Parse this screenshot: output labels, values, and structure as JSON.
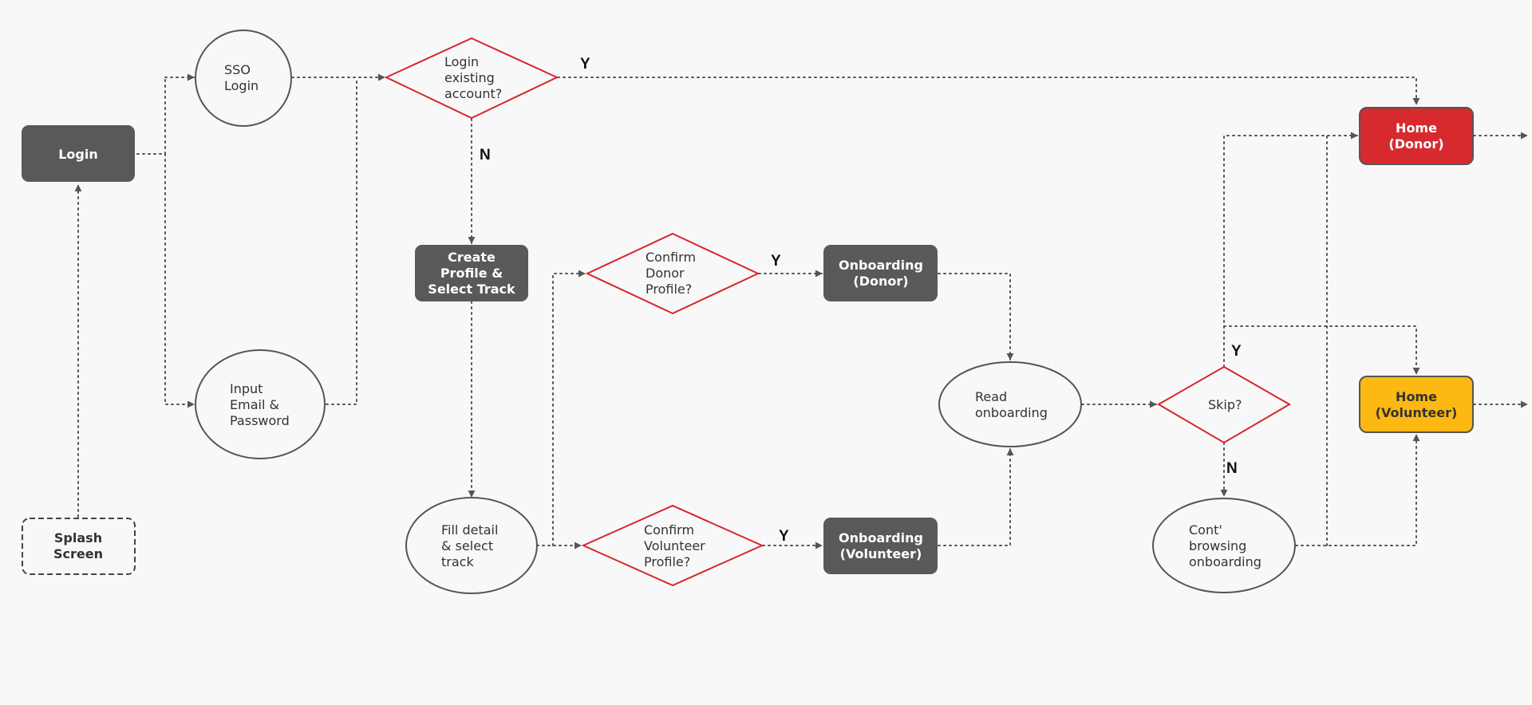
{
  "nodes": {
    "login": "Login",
    "sso_login": [
      "SSO",
      "Login"
    ],
    "input_email": [
      "Input",
      "Email &",
      "Password"
    ],
    "splash": [
      "Splash",
      "Screen"
    ],
    "login_existing": [
      "Login",
      "existing",
      "account?"
    ],
    "create_profile": [
      "Create",
      "Profile &",
      "Select Track"
    ],
    "fill_detail": [
      "Fill detail",
      "& select",
      "track"
    ],
    "confirm_donor": [
      "Confirm",
      "Donor",
      "Profile?"
    ],
    "confirm_volunteer": [
      "Confirm",
      "Volunteer",
      "Profile?"
    ],
    "onboarding_donor": [
      "Onboarding",
      "(Donor)"
    ],
    "onboarding_volunteer": [
      "Onboarding",
      "(Volunteer)"
    ],
    "read_onboarding": [
      "Read",
      "onboarding"
    ],
    "skip": "Skip?",
    "cont_browsing": [
      "Cont'",
      "browsing",
      "onboarding"
    ],
    "home_donor": [
      "Home",
      "(Donor)"
    ],
    "home_volunteer": [
      "Home",
      "(Volunteer)"
    ]
  },
  "edge_labels": {
    "login_existing_yes": "Y",
    "login_existing_no": "N",
    "confirm_donor_yes": "Y",
    "confirm_volunteer_yes": "Y",
    "skip_yes": "Y",
    "skip_no": "N"
  },
  "colors": {
    "dark_node": "#595959",
    "decision_stroke": "#d7262b",
    "home_donor": "#d62a2f",
    "home_volunteer": "#fdb813",
    "edge": "#555555"
  }
}
